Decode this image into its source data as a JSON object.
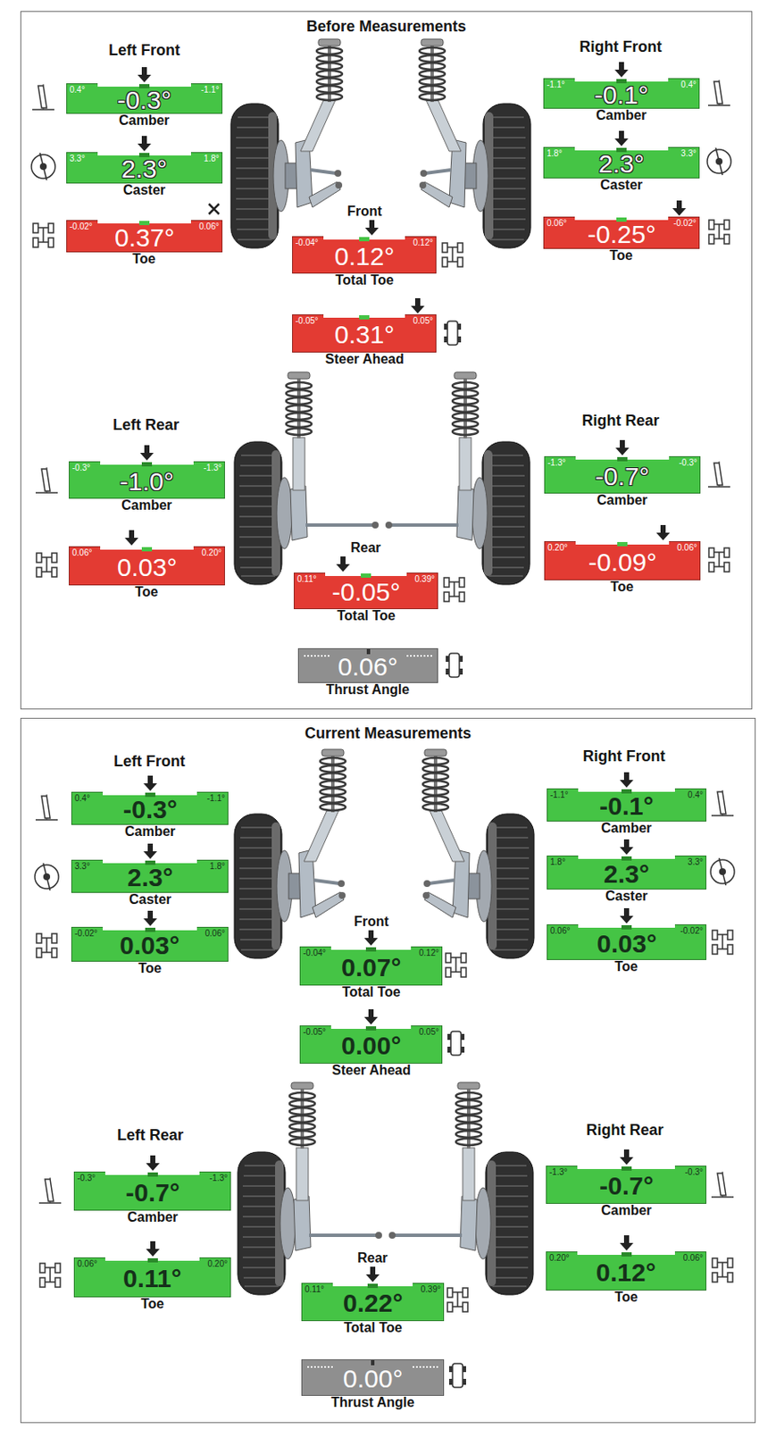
{
  "diagram": {
    "nodes": [
      {
        "text": [
          "Before Measurements"
        ]
      },
      {
        "text": [
          "0.4°",
          "-1.1°",
          "-0.3°",
          "Camber"
        ],
        "in": 0
      },
      {
        "text": [
          "-1.1°",
          "0.4°",
          "-0.1°",
          "Camber"
        ],
        "in": 0
      },
      {
        "text": [
          "3.3°",
          "1.8°",
          "2.3°",
          "Caster"
        ],
        "in": 0
      },
      {
        "text": [
          "1.8°",
          "3.3°",
          "2.3°",
          "Caster"
        ],
        "in": 0
      },
      {
        "text": [
          "-0.02°",
          "0.06°",
          "0.37°",
          "Toe"
        ],
        "in": 0
      },
      {
        "text": [
          "0.06°",
          "-0.02°",
          "-0.25°",
          "Toe"
        ],
        "in": 0
      },
      {
        "text": [
          "Front",
          "-0.04°",
          "0.12°",
          "0.12°",
          "Total Toe"
        ],
        "in": 0
      },
      {
        "text": [
          "-0.05°",
          "0.05°",
          "0.31°",
          "Steer Ahead"
        ],
        "in": 0
      },
      {
        "text": [
          "-0.3°",
          "-1.3°",
          "-1.0°",
          "Camber"
        ],
        "in": 0
      },
      {
        "text": [
          "-1.3°",
          "-0.3°",
          "-0.7°",
          "Camber"
        ],
        "in": 0
      },
      {
        "text": [
          "0.06°",
          "0.20°",
          "0.03°",
          "Toe"
        ],
        "in": 0
      },
      {
        "text": [
          "0.20°",
          "0.06°",
          "-0.09°",
          "Toe"
        ],
        "in": 0
      },
      {
        "text": [
          "Rear",
          "0.11°",
          "0.39°",
          "-0.05°",
          "Total Toe"
        ],
        "in": 0
      },
      {
        "text": [
          "0.06°",
          "Thrust Angle"
        ],
        "in": 0
      },
      {
        "text": [
          "Current Measurements"
        ]
      },
      {
        "text": [
          "0.4°",
          "-1.1°",
          "-0.3°",
          "Camber"
        ],
        "in": 15
      },
      {
        "text": [
          "-1.1°",
          "0.4°",
          "-0.1°",
          "Camber"
        ],
        "in": 15
      },
      {
        "text": [
          "3.3°",
          "1.8°",
          "2.3°",
          "Caster"
        ],
        "in": 15
      },
      {
        "text": [
          "1.8°",
          "3.3°",
          "2.3°",
          "Caster"
        ],
        "in": 15
      },
      {
        "text": [
          "-0.02°",
          "0.06°",
          "0.03°",
          "Toe"
        ],
        "in": 15
      },
      {
        "text": [
          "0.06°",
          "-0.02°",
          "0.03°",
          "Toe"
        ],
        "in": 15
      },
      {
        "text": [
          "Front",
          "-0.04°",
          "0.12°",
          "0.07°",
          "Total Toe"
        ],
        "in": 15
      },
      {
        "text": [
          "-0.05°",
          "0.05°",
          "0.00°",
          "Steer Ahead"
        ],
        "in": 15
      },
      {
        "text": [
          "-0.3°",
          "-1.3°",
          "-0.7°",
          "Camber"
        ],
        "in": 15
      },
      {
        "text": [
          "-1.3°",
          "-0.3°",
          "-0.7°",
          "Camber"
        ],
        "in": 15
      },
      {
        "text": [
          "0.06°",
          "0.20°",
          "0.11°",
          "Toe"
        ],
        "in": 15
      },
      {
        "text": [
          "0.20°",
          "0.06°",
          "0.12°",
          "Toe"
        ],
        "in": 15
      },
      {
        "text": [
          "Rear",
          "0.11°",
          "0.39°",
          "0.22°",
          "Total Toe"
        ],
        "in": 15
      },
      {
        "text": [
          "0.00°",
          "Thrust Angle"
        ],
        "in": 15
      }
    ],
    "labels": [
      "Left Front",
      "Right Front",
      "Left Rear",
      "Right Rear",
      "Left Front",
      "Right Front",
      "Left Rear",
      "Right Rear"
    ]
  }
}
